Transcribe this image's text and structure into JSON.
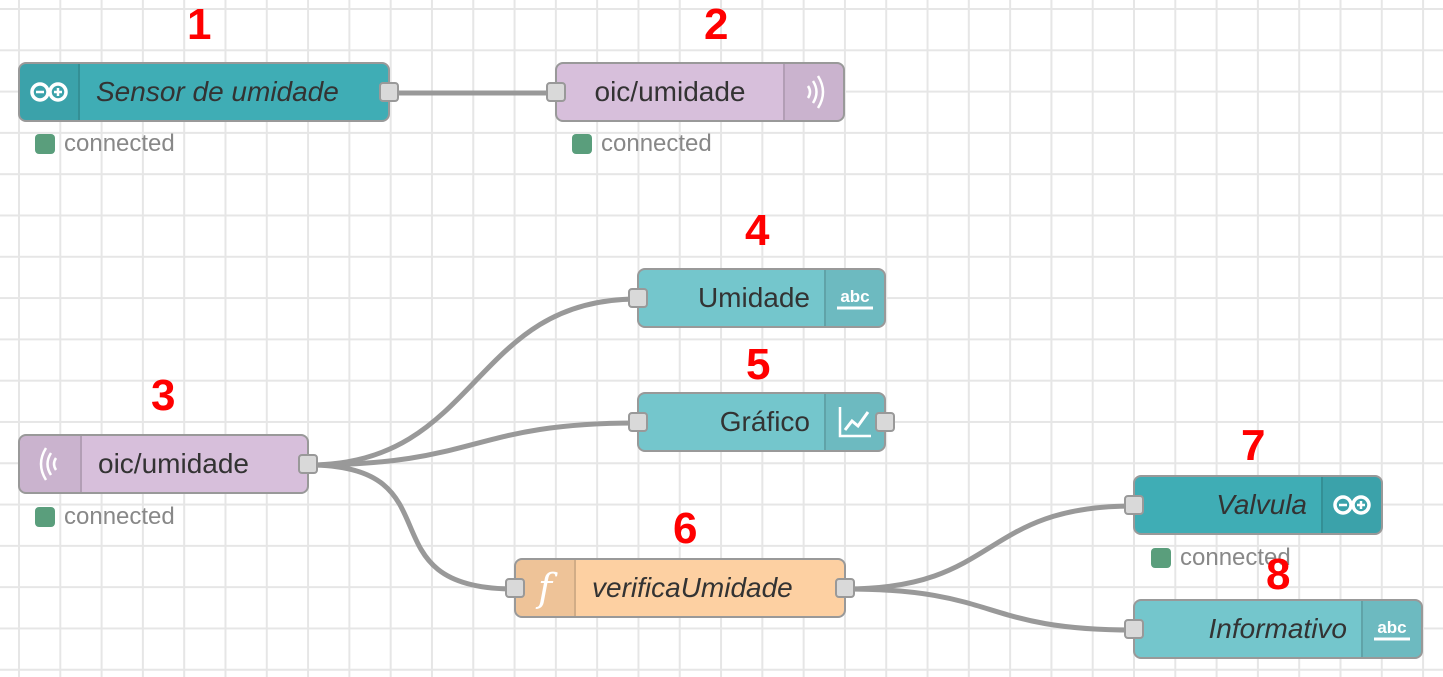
{
  "nodes": {
    "sensor": {
      "label": "Sensor de umidade",
      "icon": "arduino-icon",
      "color": "#3fadb5"
    },
    "mqtt_out": {
      "label": "oic/umidade",
      "icon": "broadcast-icon",
      "color": "#d7bfdb"
    },
    "umidade_text": {
      "label": "Umidade",
      "icon": "abc-icon",
      "color": "#74c6cc"
    },
    "grafico": {
      "label": "Gráfico",
      "icon": "chart-icon",
      "color": "#74c6cc"
    },
    "mqtt_in": {
      "label": "oic/umidade",
      "icon": "broadcast-icon",
      "color": "#d7bfdb"
    },
    "function": {
      "label": "verificaUmidade",
      "icon": "function-icon",
      "color": "#fdd0a2"
    },
    "valvula": {
      "label": "Valvula",
      "icon": "arduino-icon",
      "color": "#3fadb5"
    },
    "informativo": {
      "label": "Informativo",
      "icon": "abc-icon",
      "color": "#74c6cc"
    }
  },
  "statuses": {
    "sensor": "connected",
    "mqtt_out": "connected",
    "mqtt_in": "connected",
    "valvula": "connected"
  },
  "numbers": [
    "1",
    "2",
    "3",
    "4",
    "5",
    "6",
    "7",
    "8"
  ],
  "colors": {
    "annotation": "#ff0000",
    "wire": "#999999",
    "status_dot": "#5a9e7c"
  }
}
